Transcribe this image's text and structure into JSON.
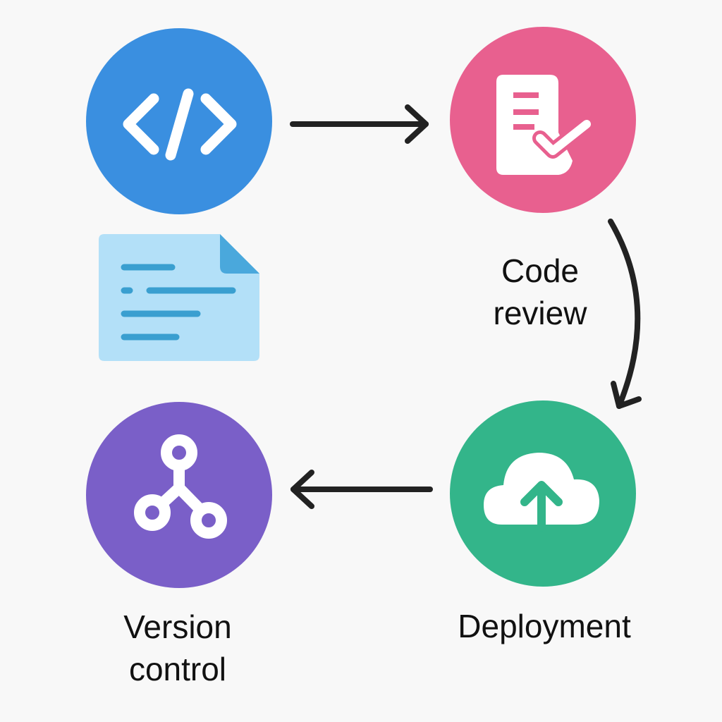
{
  "nodes": {
    "code": {
      "icon": "code-brackets-icon",
      "color": "#3a8fe0"
    },
    "review": {
      "icon": "document-check-icon",
      "color": "#e8608f",
      "label_line1": "Code",
      "label_line2": "review"
    },
    "deploy": {
      "icon": "cloud-upload-icon",
      "color": "#33b58a",
      "label": "Deployment"
    },
    "version": {
      "icon": "git-branch-icon",
      "color": "#7a5fc8",
      "label_line1": "Version",
      "label_line2": "control"
    }
  },
  "document": {
    "icon": "file-text-icon",
    "color": "#b3e0f8",
    "line_color": "#3a9fd0"
  },
  "arrows": [
    {
      "from": "code",
      "to": "review"
    },
    {
      "from": "review",
      "to": "deploy"
    },
    {
      "from": "deploy",
      "to": "version"
    }
  ],
  "arrow_color": "#222222"
}
